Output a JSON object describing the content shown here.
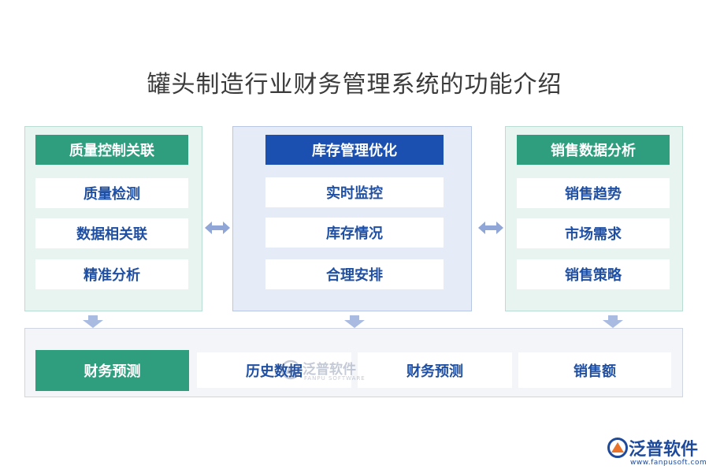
{
  "title": "罐头制造行业财务管理系统的功能介绍",
  "left_panel": {
    "header": "质量控制关联",
    "items": [
      "质量检测",
      "数据相关联",
      "精准分析"
    ]
  },
  "center_panel": {
    "header": "库存管理优化",
    "items": [
      "实时监控",
      "库存情况",
      "合理安排"
    ]
  },
  "right_panel": {
    "header": "销售数据分析",
    "items": [
      "销售趋势",
      "市场需求",
      "销售策略"
    ]
  },
  "bottom_panel": {
    "header": "财务预测",
    "items": [
      "历史数据",
      "财务预测",
      "销售额"
    ]
  },
  "watermark": {
    "text": "泛普软件",
    "sub": "FANPU SOFTWARE"
  },
  "brand": {
    "name": "泛普软件",
    "url": "www.fanpusoft.com"
  },
  "colors": {
    "green_header": "#2f9e7e",
    "blue_header": "#1b4fb0",
    "item_text": "#1f4fa3",
    "arrow": "#8fa6d6"
  }
}
